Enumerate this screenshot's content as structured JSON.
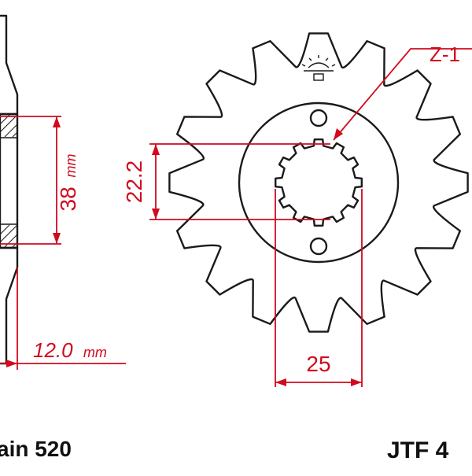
{
  "dimensions": {
    "hub_diameter": {
      "value": "38",
      "unit": "mm"
    },
    "width": {
      "value": "12.0",
      "unit": "mm"
    },
    "inner_spline_diameter": {
      "value": "22.2"
    },
    "spline_outer_diameter": {
      "value": "25"
    },
    "teeth_count": {
      "value": "Z-1"
    }
  },
  "footer": {
    "chain": "ain 520",
    "part_number": "JTF 4"
  },
  "colors": {
    "dimension": "#d10a1e",
    "outline": "#1a1a1a",
    "text": "#111111"
  }
}
